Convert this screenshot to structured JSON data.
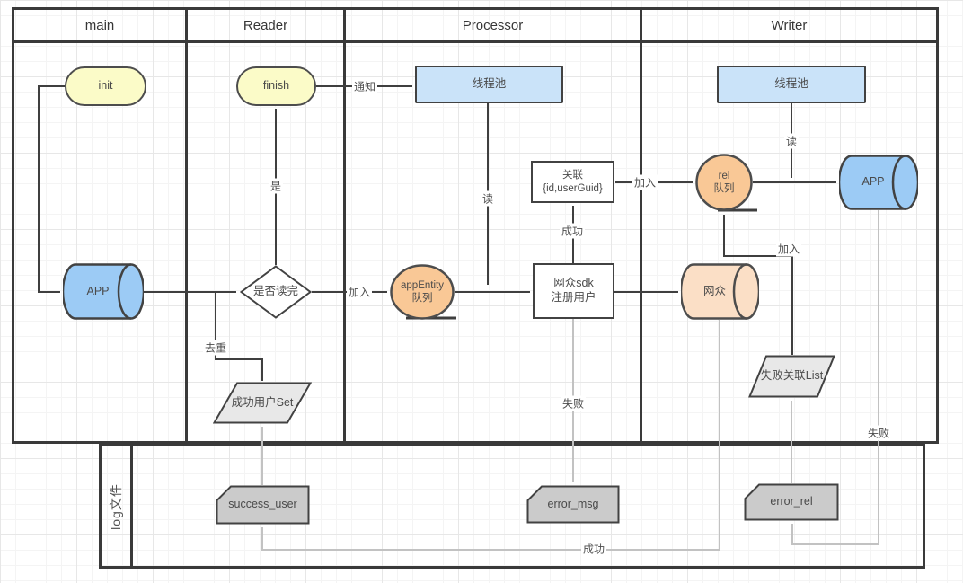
{
  "lanes": [
    {
      "title": "main"
    },
    {
      "title": "Reader"
    },
    {
      "title": "Processor"
    },
    {
      "title": "Writer"
    }
  ],
  "log_lane": {
    "title": "log文件"
  },
  "nodes": {
    "init": {
      "label": "init"
    },
    "app_main": {
      "label": "APP"
    },
    "finish": {
      "label": "finish"
    },
    "is_read_done": {
      "label": "是否读完"
    },
    "success_user_set": {
      "label": "成功用户Set"
    },
    "thread_pool_processor": {
      "label": "线程池"
    },
    "app_entity_queue": {
      "line1": "appEntity",
      "line2": "队列"
    },
    "association": {
      "line1": "关联",
      "line2": "{id,userGuid}"
    },
    "wangzhong_sdk": {
      "line1": "网众sdk",
      "line2": "注册用户"
    },
    "thread_pool_writer": {
      "label": "线程池"
    },
    "rel_queue": {
      "line1": "rel",
      "line2": "队列"
    },
    "app_writer": {
      "label": "APP"
    },
    "wangzhong_db": {
      "label": "网众"
    },
    "failed_rel_list": {
      "label": "失败关联List"
    },
    "success_user_log": {
      "label": "success_user"
    },
    "error_msg_log": {
      "label": "error_msg"
    },
    "error_rel_log": {
      "label": "error_rel"
    }
  },
  "edge_labels": {
    "notify": "通知",
    "yes": "是",
    "dedup": "去重",
    "enqueue_app": "加入",
    "read_processor": "读",
    "success_assoc": "成功",
    "enqueue_rel": "加入",
    "read_writer": "读",
    "enqueue_retry": "加入",
    "fail_register": "失败",
    "success_write": "成功",
    "fail_write": "失败"
  },
  "colors": {
    "yellow_node": "#fbfbc8",
    "blue_box": "#cae3f9",
    "blue_cylinder": "#9ccbf5",
    "orange_queue": "#f9c896",
    "peach_cylinder": "#fbdfc6",
    "gray_shape": "#e8e8e8",
    "log_card": "#cbcbcb",
    "edge_dark": "#3f3f3f",
    "edge_gray": "#c2c2c2",
    "lane_border": "#3a3a3a"
  }
}
